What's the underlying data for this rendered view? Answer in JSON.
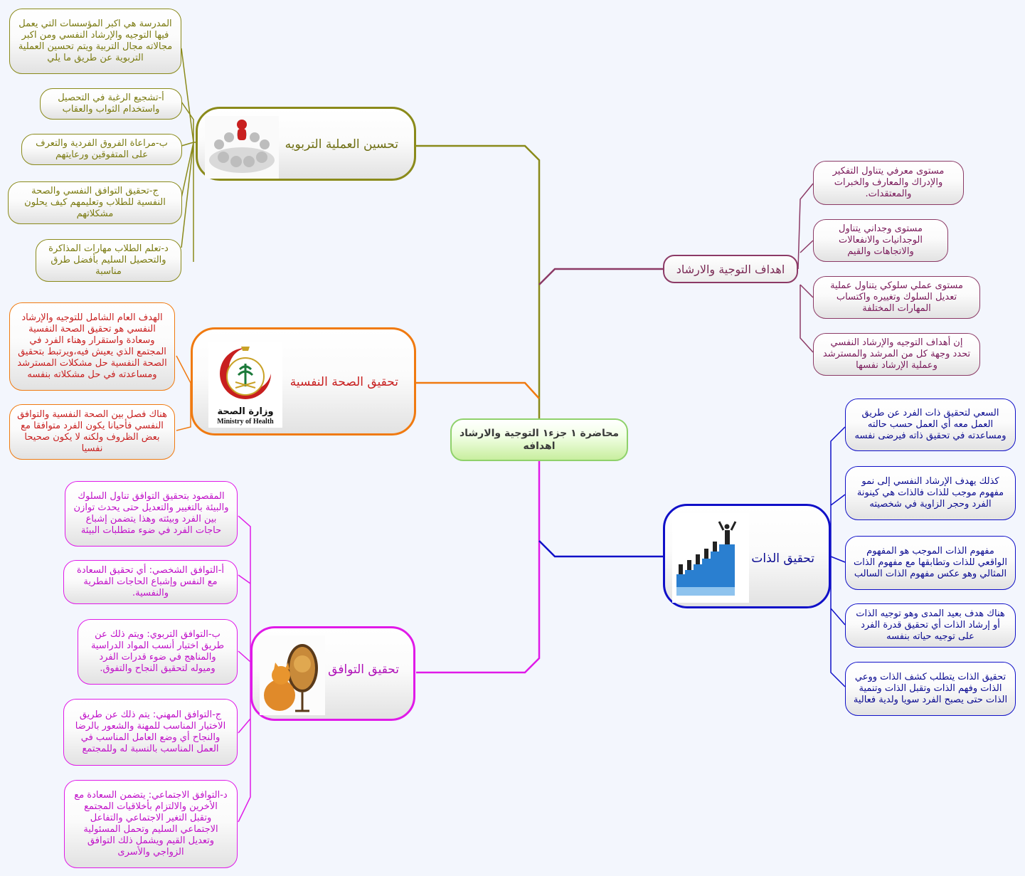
{
  "center": {
    "title": "محاضرة ١ جزء١ التوجية والارشاد اهدافه"
  },
  "colors": {
    "olive": "#8a8a1a",
    "orange": "#f07a10",
    "magenta": "#e01ae8",
    "blue": "#1010c8",
    "maroon": "#8c3a66",
    "green": "#8fd16b"
  },
  "branches": {
    "improve": {
      "title": "تحسين العملية التربويه",
      "icon": "people-circle-icon",
      "leaves": [
        "المدرسة هي اكبر المؤسسات التي يعمل فيها التوجيه والإرشاد النفسي ومن اكبر مجالاته مجال التربية ويتم تحسين العملية التربوية عن طريق ما يلي",
        "أ-تشجيع الرغبة في التحصيل واستخدام الثواب والعقاب",
        "ب-مراعاة الفروق الفردية والتعرف على المتفوقين ورعايتهم",
        "ج-تحقيق التوافق النفسي والصحة النفسية للطلاب وتعليمهم كيف يحلون مشكلاتهم",
        "د-تعلم الطلاب مهارات المذاكرة والتحصيل السليم بأفضل طرق مناسبة"
      ]
    },
    "health": {
      "title": "تحقيق الصحة النفسية",
      "icon": "ministry-of-health-logo",
      "logo_ar": "وزارة الصحة",
      "logo_en": "Ministry of Health",
      "leaves": [
        "الهدف العام الشامل للتوجيه والإرشاد النفسي هو تحقيق الصحة النفسية وسعادة واستقرار وهناء الفرد في المجتمع الذي يعيش فيه،ويرتبط بتحقيق الصحة النفسية حل مشكلات المسترشد ومساعدته في حل مشكلاته بنفسه",
        "هناك فصل بين الصحة النفسية والتوافق النفسي فأحيانا يكون الفرد متوافقا مع بعض الظروف ولكنه لا يكون صحيحا نفسيا"
      ]
    },
    "adapt": {
      "title": "تحقيق التوافق",
      "icon": "cat-mirror-lion-icon",
      "leaves": [
        "المقصود بتحقيق التوافق تناول السلوك والبيئة بالتغيير والتعديل حتى يحدث توازن بين الفرد وبيئته وهذا يتضمن إشباع حاجات الفرد في ضوء متطلبات البيئة",
        "أ-التوافق الشخصي: أي تحقيق السعادة مع النفس وإشباع الحاجات الفطرية والنفسية.",
        "ب-التوافق التربوي: ويتم ذلك عن طريق اختيار أنسب المواد الدراسية والمناهج في ضوء قدرات الفرد وميوله لتحقيق النجاح والتفوق.",
        "ج-التوافق المهني: يتم ذلك عن طريق الاختيار المناسب للمهنة والشعور بالرضا والنجاح أي وضع العامل المناسب في العمل المناسب بالنسبة له وللمجتمع",
        "د-التوافق الاجتماعي: يتضمن السعادة مع الأخرين والالتزام بأخلاقيات المجتمع وتقبل التغير الاجتماعي والتفاعل الاجتماعي السليم وتحمل المسئولية وتعديل القيم ويشمل ذلك التوافق الزواجي والأسرى"
      ]
    },
    "goals": {
      "title": "اهداف التوجية والارشاد",
      "leaves": [
        "مستوى معرفي يتناول التفكير والإدراك والمعارف والخبرات والمعتقدات.",
        "مستوى وجداني يتناول الوجدانيات والانفعالات والاتجاهات والقيم",
        "مستوى عملي سلوكي يتناول عملية تعديل السلوك وتغييره واكتساب المهارات المختلفة",
        "إن أهداف التوجيه والإرشاد النفسي تحدد وجهة كل من المرشد والمسترشد وعملية الإرشاد نفسها"
      ]
    },
    "self": {
      "title": "تحقيق الذات",
      "icon": "success-stairs-icon",
      "leaves": [
        "السعي لتحقيق ذات الفرد عن طريق العمل معه أي العمل حسب حالته ومساعدته في تحقيق ذاته فيرضى نفسه",
        "كذلك يهدف الإرشاد النفسي إلى نمو مفهوم موجب للذات فالذات هي كينونة الفرد وحجر الزاوية في شخصيته",
        "مفهوم الذات الموجب هو المفهوم الواقعي للذات وتطابقها مع مفهوم الذات المثالي وهو عكس مفهوم الذات السالب",
        "هناك هدف بعيد المدى وهو توجيه الذات أو إرشاد الذات أي تحقيق قدرة الفرد على توجيه حياته بنفسه",
        "تحقيق الذات يتطلب كشف الذات ووعي الذات وفهم الذات وتقبل الذات وتنمية الذات حتى يصبح الفرد سويا ولدية فعالية"
      ]
    }
  }
}
